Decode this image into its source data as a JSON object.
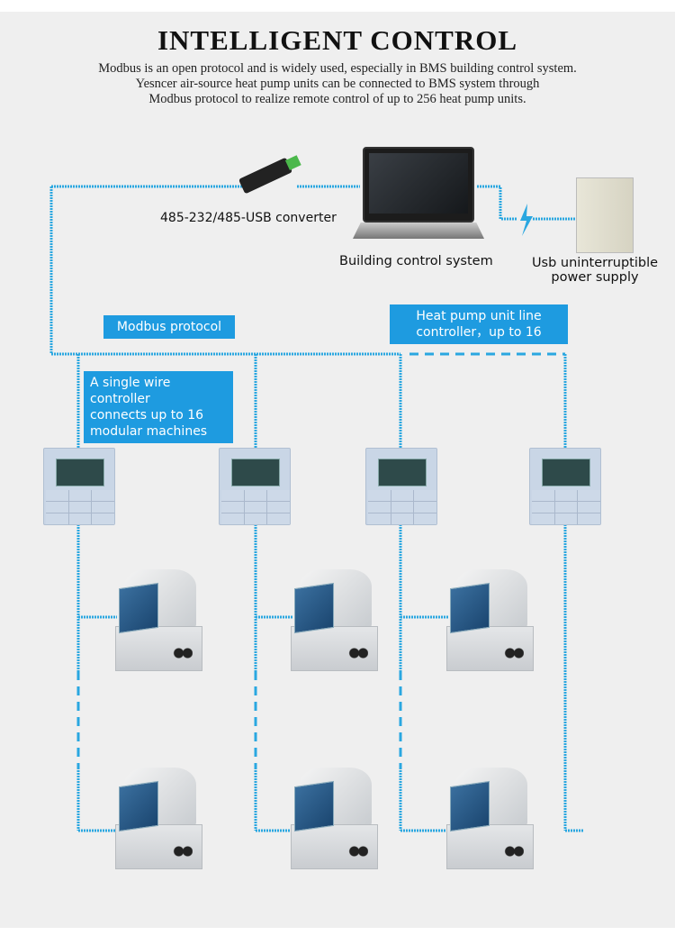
{
  "header": {
    "title": "INTELLIGENT CONTROL",
    "description": [
      "Modbus is an open protocol and is widely used, especially in BMS building control system.",
      "Yesncer air-source heat pump units can be connected to BMS system through",
      "Modbus protocol to realize remote control of up to 256 heat pump units."
    ]
  },
  "diagram": {
    "converter_label": "485-232/485-USB converter",
    "bcs_label": "Building control system",
    "ups_label": [
      "Usb uninterruptible",
      "power supply"
    ],
    "modbus_label": "Modbus protocol",
    "line_controller_label": [
      "Heat pump unit line",
      "controller，up to 16"
    ],
    "single_wire_label": [
      "A single wire controller",
      "connects up to 16",
      "modular machines"
    ],
    "line_color": "#2aa7e0",
    "label_box_color": "#1e9be0"
  }
}
